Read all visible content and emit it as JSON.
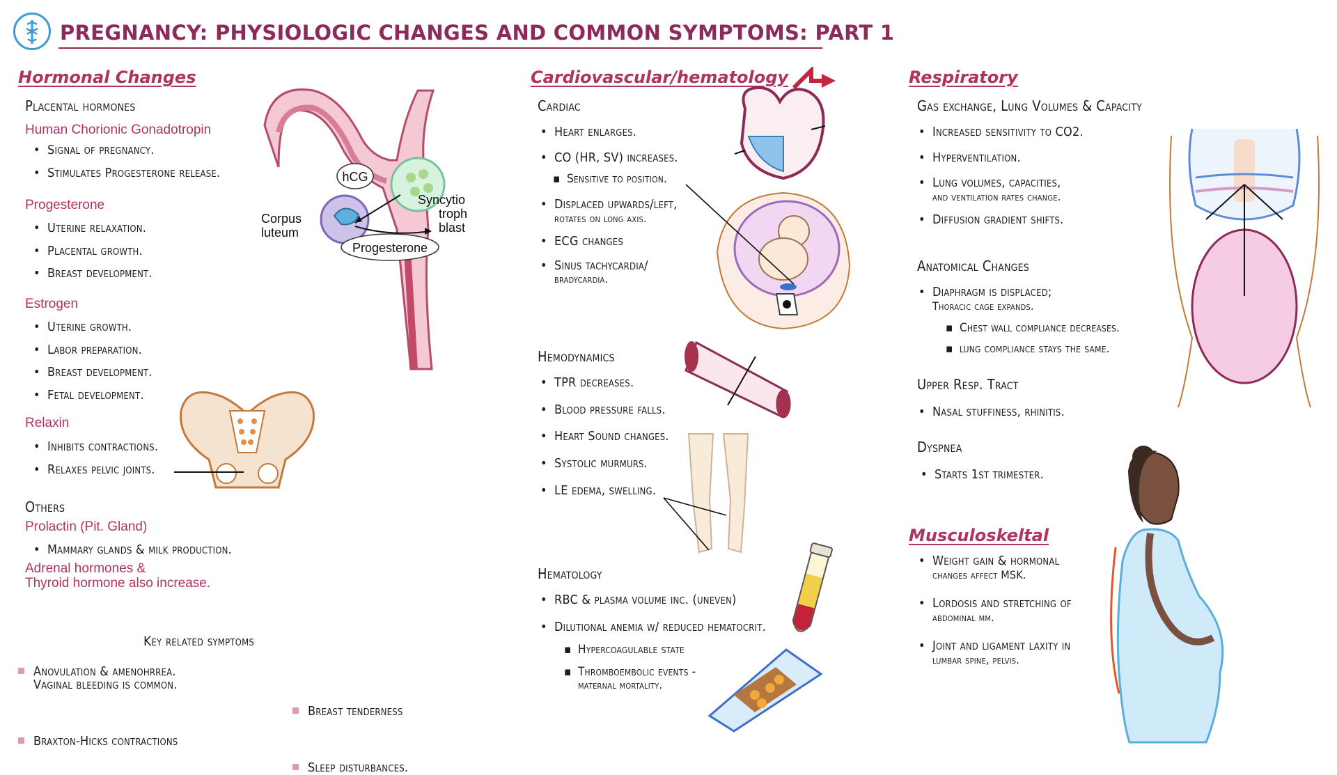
{
  "header": {
    "title": "PREGNANCY: PHYSIOLOGIC CHANGES AND COMMON SYMPTOMS: PART 1"
  },
  "hormonal": {
    "heading": "Hormonal Changes",
    "placental_heading": "Placental hormones",
    "hcg_name": "Human Chorionic Gonadotropin",
    "hcg_items": [
      "Signal of pregnancy.",
      "Stimulates Progesterone release."
    ],
    "progesterone_name": "Progesterone",
    "progesterone_items": [
      "Uterine relaxation.",
      "Placental growth.",
      "Breast development."
    ],
    "estrogen_name": "Estrogen",
    "estrogen_items": [
      "Uterine growth.",
      "Labor preparation.",
      "Breast development.",
      "Fetal development."
    ],
    "relaxin_name": "Relaxin",
    "relaxin_items": [
      "Inhibits contractions.",
      "Relaxes pelvic joints."
    ],
    "others_heading": "Others",
    "prolactin_name": "Prolactin (Pit. Gland)",
    "prolactin_items": [
      "Mammary glands & milk production."
    ],
    "adrenal_note_1": "Adrenal hormones &",
    "adrenal_note_2": "Thyroid hormone also increase."
  },
  "diagram_labels": {
    "hcg": "hCG",
    "corpus_1": "Corpus",
    "corpus_2": "luteum",
    "syncytio_1": "Syncytio",
    "syncytio_2": "tropho",
    "syncytio_3": "blast",
    "progesterone": "Progesterone"
  },
  "key_symptoms": {
    "heading": "Key related symptoms",
    "items": [
      [
        "Anovulation & amenohrrea.",
        "Vaginal bleeding is common."
      ],
      [
        "Braxton-Hicks contractions"
      ],
      [
        "Breast tenderness"
      ],
      [
        "Sleep disturbances."
      ]
    ]
  },
  "cardio": {
    "heading": "Cardiovascular/hematology",
    "cardiac_heading": "Cardiac",
    "cardiac_items": [
      "Heart enlarges.",
      "CO (HR, SV) increases."
    ],
    "cardiac_sub": [
      "Sensitive to position."
    ],
    "cardiac_items2": [
      [
        "Displaced upwards/left,",
        "rotates on long axis."
      ],
      [
        "ECG changes"
      ],
      [
        "Sinus tachycardia/",
        "bradycardia."
      ]
    ],
    "hemo_heading": "Hemodynamics",
    "hemo_items": [
      "TPR decreases.",
      "Blood pressure falls.",
      "Heart Sound changes.",
      "Systolic murmurs.",
      "LE edema, swelling."
    ],
    "hema_heading": "Hematology",
    "hema_items": [
      "RBC & plasma volume inc. (uneven)",
      "Dilutional anemia w/ reduced hematocrit."
    ],
    "hema_sub": [
      [
        "Hypercoagulable state"
      ],
      [
        "Thromboembolic events -",
        "maternal mortality."
      ]
    ]
  },
  "respiratory": {
    "heading": "Respiratory",
    "gas_heading": "Gas exchange, Lung Volumes & Capacity",
    "gas_items": [
      [
        "Increased sensitivity to CO2."
      ],
      [
        "Hyperventilation."
      ],
      [
        "Lung volumes, capacities,",
        "and ventilation rates change."
      ],
      [
        "Diffusion gradient shifts."
      ]
    ],
    "anat_heading": "Anatomical Changes",
    "anat_items": [
      [
        "Diaphragm is displaced;",
        "Thoracic cage expands."
      ]
    ],
    "anat_sub": [
      "Chest wall compliance decreases.",
      "lung compliance stays the same."
    ],
    "upper_heading": "Upper Resp. Tract",
    "upper_items": [
      "Nasal stuffiness, rhinitis."
    ],
    "dyspnea_heading": "Dyspnea",
    "dyspnea_items": [
      "Starts 1st trimester."
    ]
  },
  "msk": {
    "heading": "Musculoskeltal",
    "items": [
      [
        "Weight gain &  hormonal",
        "changes affect MSK."
      ],
      [
        "Lordosis and stretching of",
        "abdominal mm."
      ],
      [
        "Joint and ligament laxity in",
        "lumbar spine, pelvis."
      ]
    ]
  },
  "colors": {
    "accent": "#8e2a57",
    "pink": "#b03362",
    "logo": "#3a9bd5"
  },
  "icons": [
    "caduceus-icon"
  ]
}
